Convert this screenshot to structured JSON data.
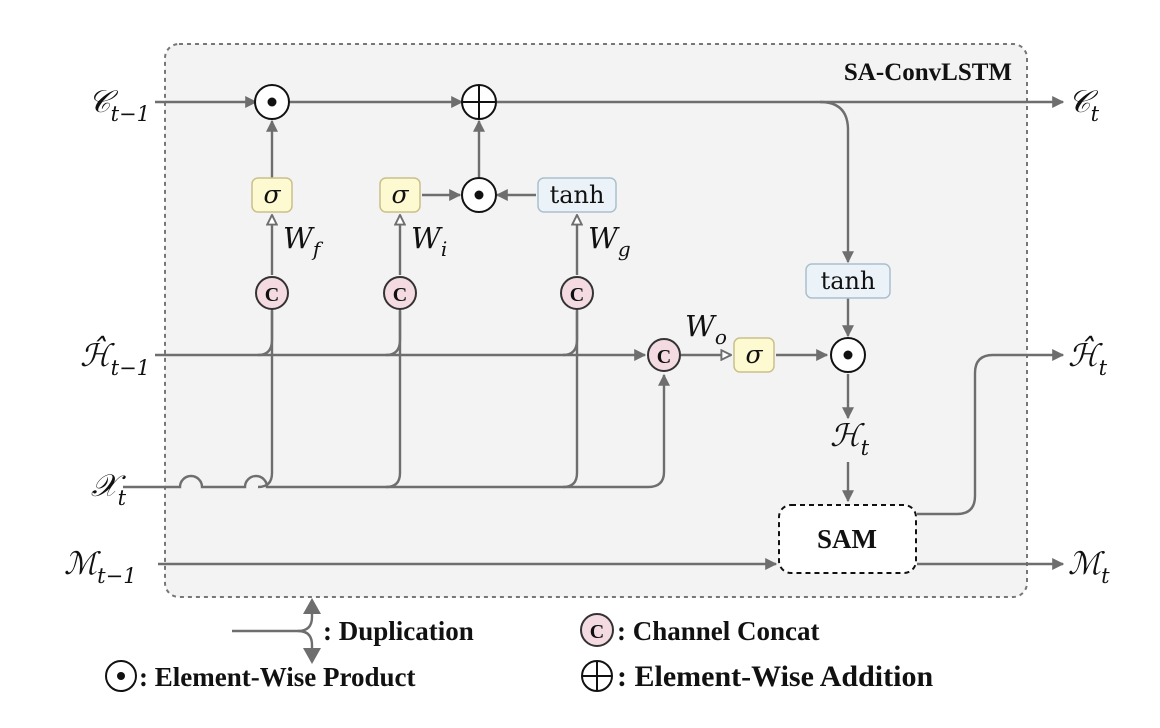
{
  "title": "SA-ConvLSTM",
  "inputs": {
    "c_prev": {
      "base": "𝒞",
      "sub": "t−1"
    },
    "h_prev": {
      "base": "ℋ̂",
      "sub": "t−1"
    },
    "x": {
      "base": "𝒳",
      "sub": "t"
    },
    "m_prev": {
      "base": "ℳ",
      "sub": "t−1"
    }
  },
  "outputs": {
    "c": {
      "base": "𝒞",
      "sub": "t"
    },
    "h_hat": {
      "base": "ℋ̂",
      "sub": "t"
    },
    "m": {
      "base": "ℳ",
      "sub": "t"
    }
  },
  "hidden": {
    "base": "ℋ",
    "sub": "t"
  },
  "ops": {
    "sigma": "σ",
    "tanh": "tanh",
    "concat": "C",
    "product": "⊙",
    "addition": "⊕",
    "sam": "SAM"
  },
  "weights": {
    "f": {
      "base": "W",
      "sub": "f"
    },
    "i": {
      "base": "W",
      "sub": "i"
    },
    "g": {
      "base": "W",
      "sub": "g"
    },
    "o": {
      "base": "W",
      "sub": "o"
    }
  },
  "legend": {
    "duplication": ": Duplication",
    "concat": ": Channel Concat",
    "product": ": Element-Wise Product",
    "addition": ": Element-Wise Addition"
  },
  "colors": {
    "frame_fill": "#f3f3f3",
    "sigma_fill": "#fdf9d0",
    "tanh_fill": "#ecf3f8",
    "concat_fill": "#f4dbe2",
    "line": "#6e6e6e"
  }
}
